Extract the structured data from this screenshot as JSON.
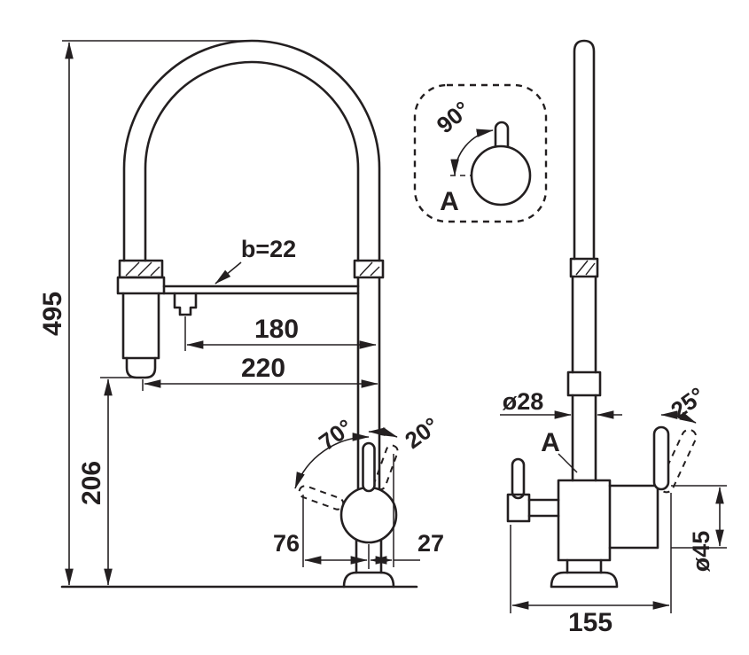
{
  "page": {
    "background": "#ffffff",
    "line_color": "#231f20"
  },
  "front_view": {
    "overall_height": "495",
    "spray_head_height": "206",
    "spout_section": "b=22",
    "nozzle_reach": "180",
    "spray_reach": "220",
    "lever_swing_left": "70°",
    "lever_swing_right": "20°",
    "lever_offset_left": "76",
    "lever_offset_right": "27"
  },
  "side_view": {
    "column_diameter": "ø28",
    "detail_marker": "A",
    "lever_tilt": "25°",
    "body_diameter": "ø45",
    "base_depth": "155"
  },
  "detail_view": {
    "swing_angle": "90°",
    "label": "A"
  }
}
